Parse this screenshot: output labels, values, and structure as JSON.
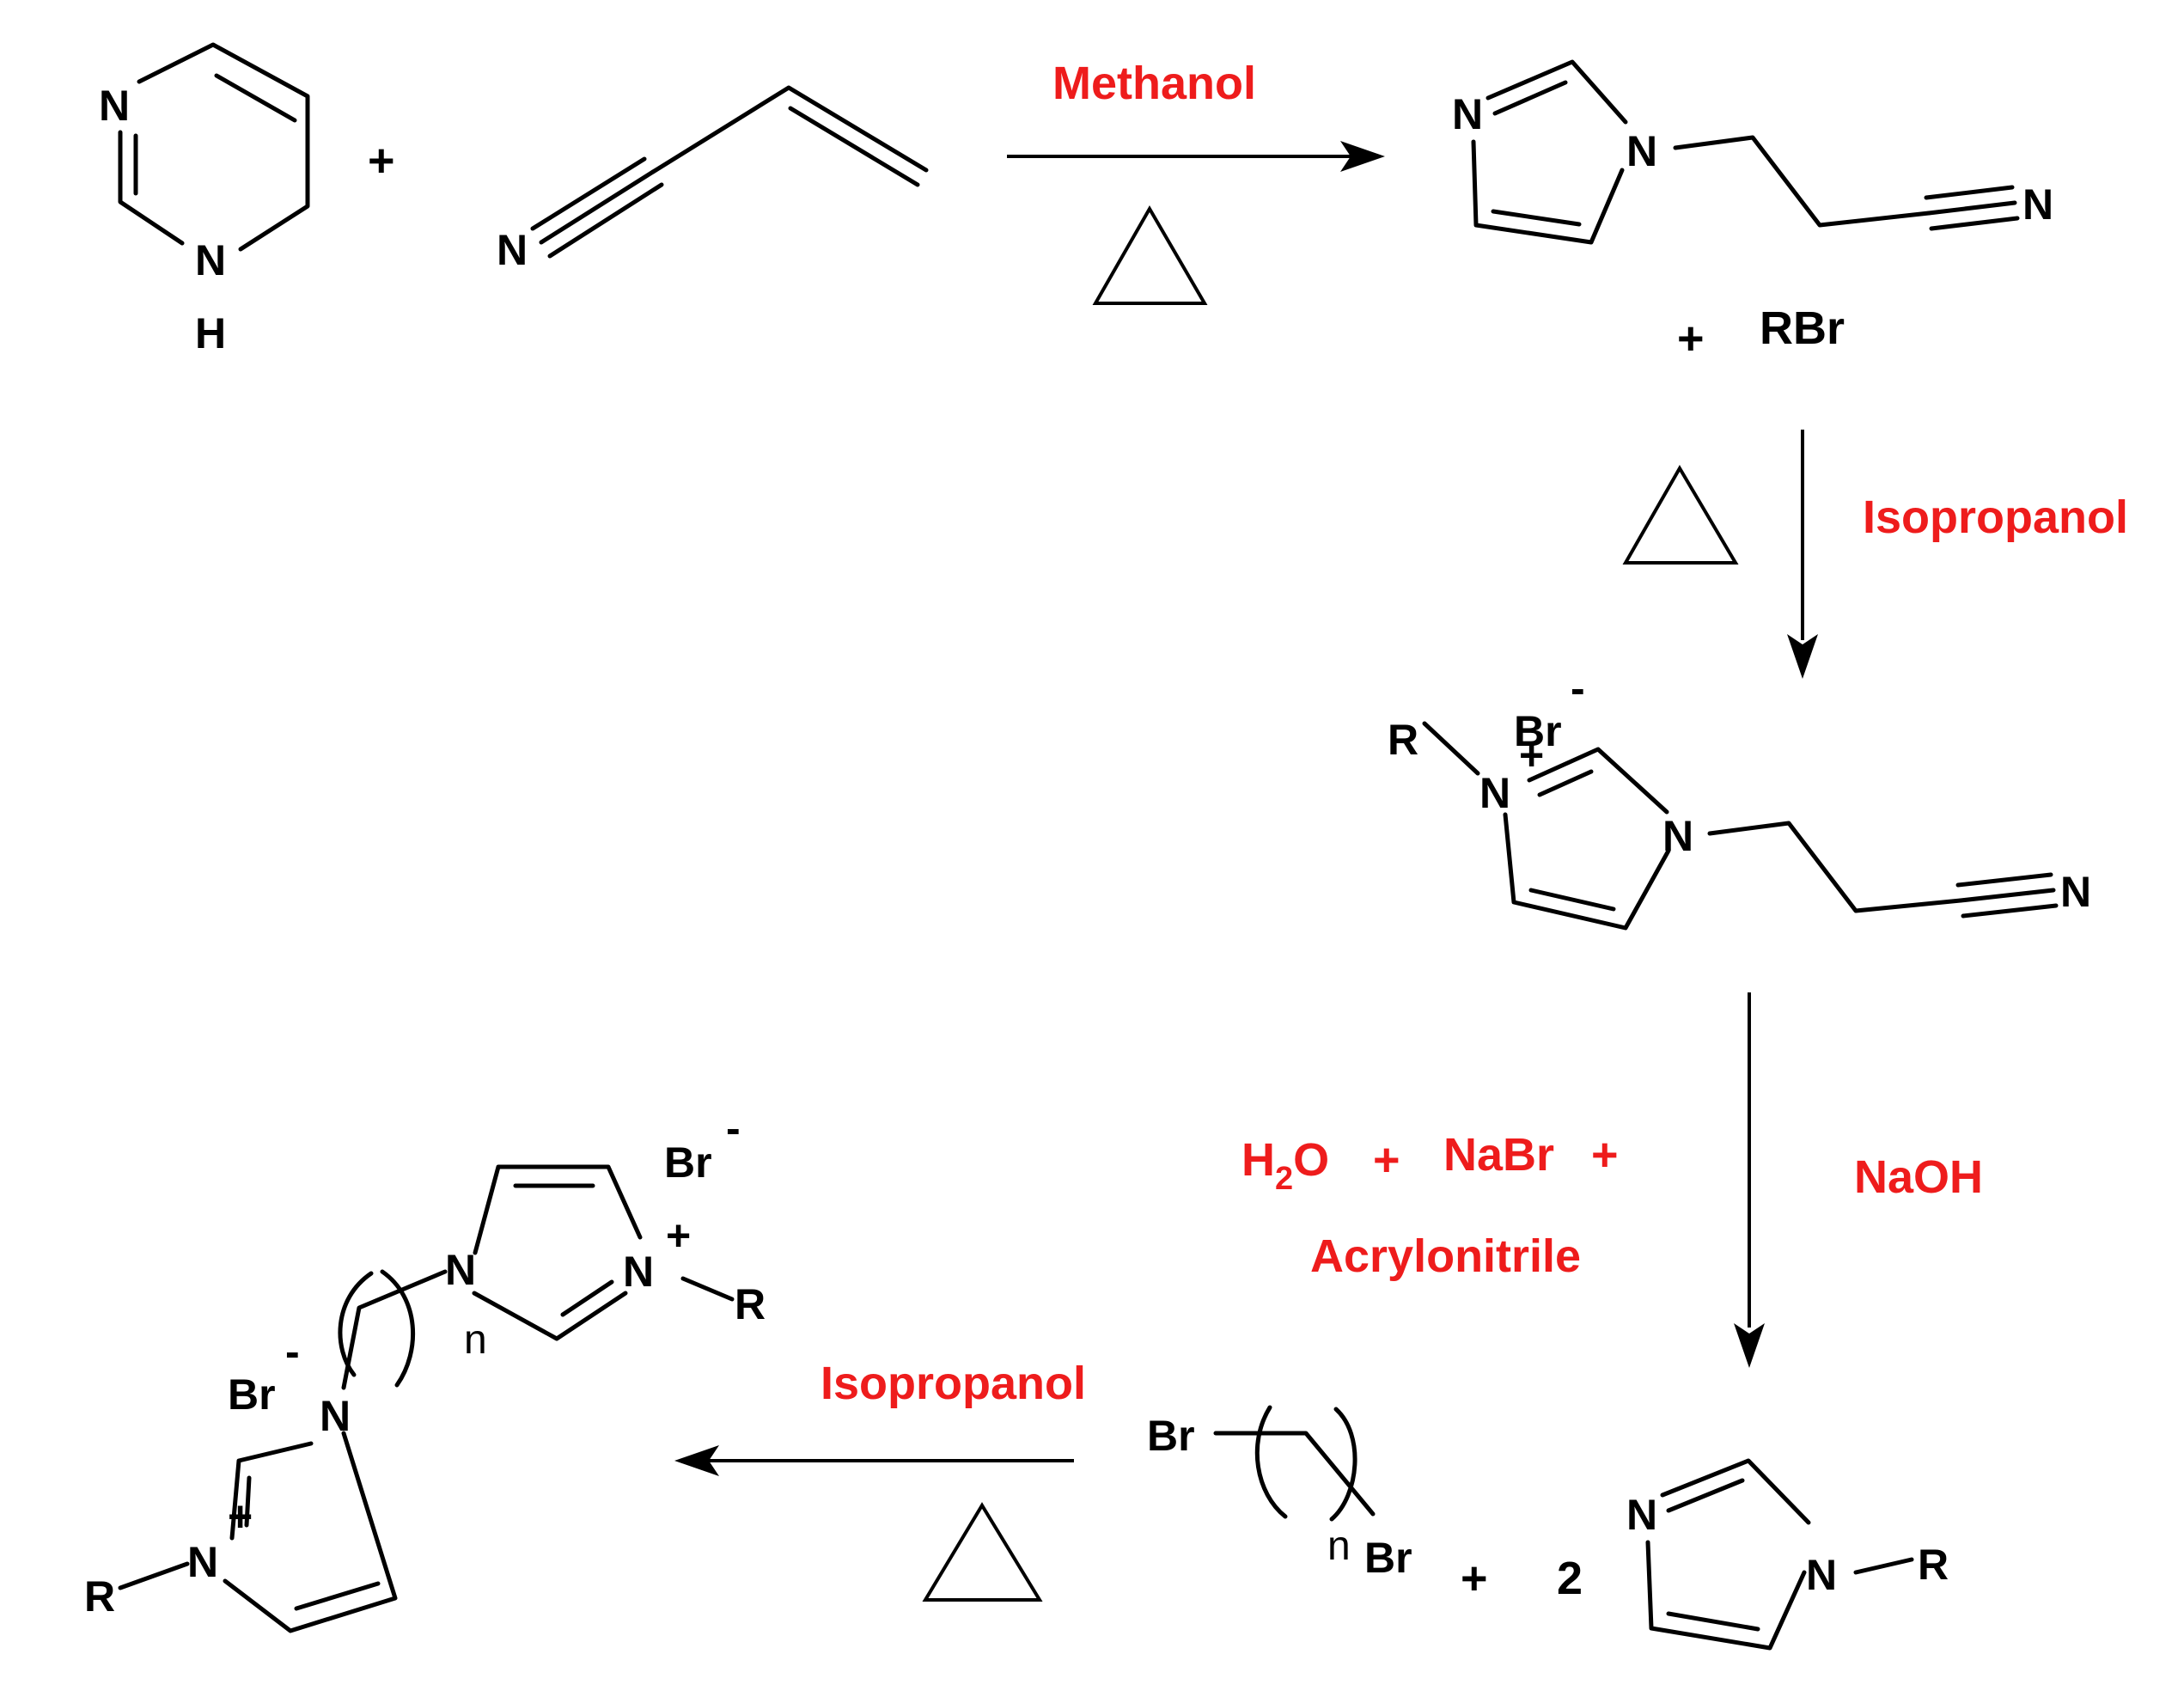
{
  "colors": {
    "reagent": "#ee1c1c",
    "structure": "#000000"
  },
  "atoms": {
    "N": "N",
    "H": "H",
    "R": "R",
    "Br": "Br",
    "plus": "+",
    "minus": "-",
    "n": "n"
  },
  "operators": {
    "plus": "+",
    "two": "2"
  },
  "reagents": {
    "RBr": "RBr",
    "methanol": "Methanol",
    "isopropanol_1": "Isopropanol",
    "naoh": "NaOH",
    "isopropanol_2": "Isopropanol",
    "h2o_H": "H",
    "h2o_sub": "2",
    "h2o_O": "O",
    "nabr": "NaBr",
    "acrylonitrile": "Acrylonitrile"
  }
}
